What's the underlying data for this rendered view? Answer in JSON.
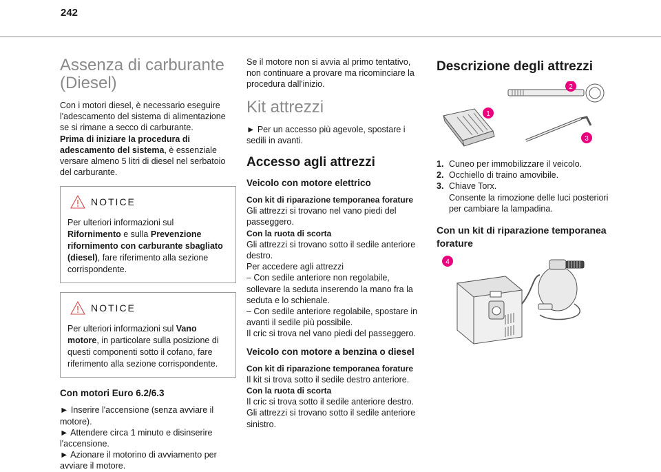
{
  "page_number": "242",
  "col1": {
    "title_line1": "Assenza di carburante",
    "title_line2": "(Diesel)",
    "intro": "Con i motori diesel, è necessario eseguire l'adescamento del sistema di alimentazione se si rimane a secco di carburante.",
    "warn_a": "Prima di iniziare la procedura di adescamento del sistema",
    "warn_b": ", è essenziale versare almeno 5 litri di diesel nel serbatoio del carburante.",
    "notice1": {
      "title": "NOTICE",
      "t1": "Per ulteriori informazioni sul ",
      "b1": "Rifornimento",
      "t2": " e sulla ",
      "b2": "Prevenzione rifornimento con carburante sbagliato (diesel)",
      "t3": ", fare riferimento alla sezione corrispondente."
    },
    "notice2": {
      "title": "NOTICE",
      "t1": "Per ulteriori informazioni sul ",
      "b1": "Vano motore",
      "t2": ", in particolare sulla posizione di questi componenti sotto il cofano, fare riferimento alla sezione corrispondente."
    },
    "engines_heading": "Con motori Euro 6.2/6.3",
    "steps": [
      "► Inserire l'accensione (senza avviare il motore).",
      "► Attendere circa 1 minuto e disinserire l'accensione.",
      "► Azionare il motorino di avviamento per avviare il motore."
    ]
  },
  "col2": {
    "intro": "Se il motore non si avvia al primo tentativo, non continuare a provare ma ricominciare la procedura dall'inizio.",
    "kit_title": "Kit attrezzi",
    "kit_step": "► Per un accesso più agevole, spostare i sedili in avanti.",
    "access_title": "Accesso agli attrezzi",
    "electric": {
      "heading": "Veicolo con motore elettrico",
      "repair_label": "Con kit di riparazione temporanea forature",
      "repair_text": "Gli attrezzi si trovano nel vano piedi del passeggero.",
      "spare_label": "Con la ruota di scorta",
      "spare_text": "Gli attrezzi si trovano sotto il sedile anteriore destro.",
      "access_text": "Per accedere agli attrezzi",
      "dash1": "– Con sedile anteriore non regolabile, sollevare la seduta inserendo la mano fra la seduta e lo schienale.",
      "dash2": "– Con sedile anteriore regolabile, spostare in avanti il sedile più possibile.",
      "jack_text": "Il cric si trova nel vano piedi del passeggero."
    },
    "petrol": {
      "heading": "Veicolo con motore a benzina o diesel",
      "repair_label": "Con kit di riparazione temporanea forature",
      "repair_text": "Il kit si trova sotto il sedile destro anteriore.",
      "spare_label": "Con la ruota di scorta",
      "jack_text": "Il cric si trova sotto il sedile anteriore destro.",
      "tools_text": "Gli attrezzi si trovano sotto il sedile anteriore sinistro."
    }
  },
  "col3": {
    "title": "Descrizione degli attrezzi",
    "callouts": [
      "1",
      "2",
      "3",
      "4"
    ],
    "items": [
      {
        "n": "1.",
        "text": "Cuneo per immobilizzare il veicolo."
      },
      {
        "n": "2.",
        "text": "Occhiello di traino amovibile."
      },
      {
        "n": "3.",
        "text": "Chiave Torx."
      }
    ],
    "item3_detail": "Consente la rimozione delle luci posteriori per cambiare la lampadina.",
    "repair_kit_title": "Con un kit di riparazione temporanea forature"
  },
  "colors": {
    "accent": "#e8007d",
    "title_grey": "#8a8a8a",
    "border": "#9a9a9a"
  }
}
